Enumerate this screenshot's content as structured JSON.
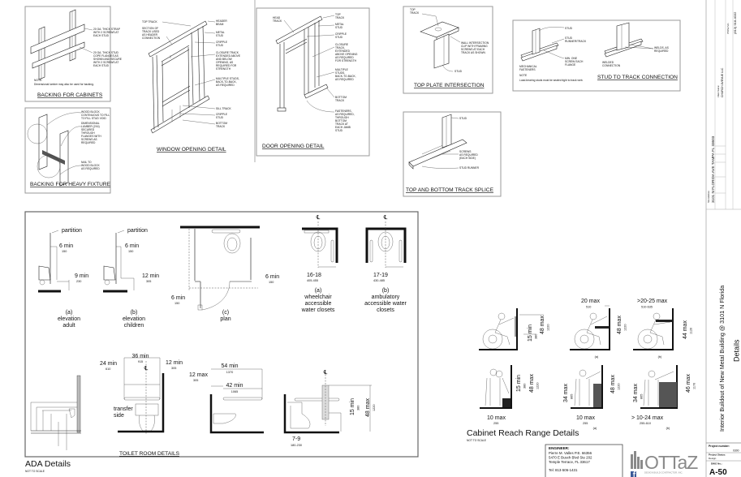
{
  "details": {
    "backing_cabinets": {
      "title": "BACKING FOR CABINETS",
      "callout_strap": [
        "20 GA. THICK STRAP",
        "WITH 2 SCREWS AT",
        "EACH STUD"
      ],
      "callout_stud": [
        "20 GA. THICK STUD",
        "COPE FLANGES AS",
        "SHOWN AND SECURE",
        "WITH 2 SCREWS AT",
        "EACH STUD"
      ],
      "note_label": "NOTE:",
      "note": "Dimensional lumber may also be used for backing."
    },
    "backing_heavy": {
      "title": "BACKING FOR HEAVY FIXTURE",
      "callout_block": [
        "WOOD BLOCK",
        "CONTINUOUS TO FILL",
        "TO FILL STUD VOID"
      ],
      "callout_lumber": [
        "DIMENSIONAL",
        "LUMBER (2X4)",
        "SECURED",
        "THROUGH",
        "FLANGES WITH",
        "SCREWS AS",
        "REQUIRED"
      ],
      "callout_nail": [
        "NAIL TO",
        "WOOD BLOCK",
        "AS REQUIRED"
      ]
    },
    "window_opening": {
      "title": "WINDOW OPENING DETAIL",
      "top_track": "TOP TRACK",
      "section": [
        "SECTION OF",
        "TRACK USED",
        "AS HEADER",
        "CONNECTION"
      ],
      "header_beam": [
        "HEADER",
        "BEAM"
      ],
      "metal_stud": [
        "METAL",
        "STUD"
      ],
      "cripple_stud": [
        "CRIPPLE",
        "STUD"
      ],
      "closure_track": [
        "CLOSURE TRACK",
        "EXTENDED ABOVE",
        "AND BELOW",
        "OPENING, AS",
        "REQUIRED FOR",
        "STRENGTH"
      ],
      "multiple_studs": [
        "MULTIPLE STUDS,",
        "BACK-TO-BACK,",
        "AS REQUIRED"
      ],
      "sill_track": "SILL TRACK",
      "cripple_stud_2": [
        "CRIPPLE",
        "STUD"
      ],
      "bottom_track": [
        "BOTTOM",
        "TRACK"
      ]
    },
    "door_opening": {
      "title": "DOOR OPENING DETAIL",
      "head_track": [
        "HEAD",
        "TRACK"
      ],
      "top_track": [
        "TOP",
        "TRACK"
      ],
      "metal_stud": [
        "METAL",
        "STUD"
      ],
      "cripple_stud": [
        "CRIPPLE",
        "STUD"
      ],
      "closure_track": [
        "CLOSURE",
        "TRACK,",
        "EXTENDED",
        "ABOVE OPENING",
        "AS REQUIRED",
        "FOR STRENGTH"
      ],
      "multiple_studs": [
        "MULTIPLE",
        "STUDS,",
        "BACK-TO-BACK,",
        "AS REQUIRED"
      ],
      "bottom_track": [
        "BOTTOM",
        "TRACK"
      ],
      "fasteners": [
        "FASTENERS,",
        "AS REQUIRED,",
        "THROUGH",
        "BOTTOM",
        "TRACK AT",
        "EACH JAMB",
        "STUD"
      ]
    },
    "top_plate": {
      "title": "TOP PLATE INTERSECTION",
      "top_track": [
        "TOP",
        "TRACK"
      ],
      "clip": [
        "WALL INTERSECTION",
        "CLIP WITH FRAMING",
        "SCREWS AT EACH",
        "TRACK AS SHOWN"
      ],
      "stud": "STUD"
    },
    "stud_to_track": {
      "title": "STUD TO TRACK CONNECTION",
      "stud": "STUD",
      "runner": [
        "STUD",
        "RUNNER/TRACK"
      ],
      "screw": [
        "MIN. ONE",
        "SCREW EACH",
        "FLANGE"
      ],
      "mechanical": [
        "MECHANICAL",
        "FASTENERS"
      ],
      "note_label": "NOTE",
      "note": "Load-bearing studs must be seated tight to track web.",
      "welds": [
        "WELDS, AS",
        "REQUIRED"
      ],
      "welded": [
        "WELDED",
        "CONNECTION"
      ]
    },
    "track_splice": {
      "title": "TOP AND BOTTOM TRACK SPLICE",
      "stud": "STUD",
      "screws": [
        "SCREWS",
        "AS REQUIRED",
        "(EACH SIDE)"
      ],
      "runner": "STUD RUNNER"
    }
  },
  "ada": {
    "title": "ADA Details",
    "scale": "NOT TO SCALE",
    "elev_adult": {
      "partition": "partition",
      "dim1": "6 min",
      "dim1_mm": "150",
      "dim2": "9 min",
      "dim2_mm": "230",
      "caption": [
        "(a)",
        "elevation",
        "adult"
      ]
    },
    "elev_children": {
      "partition": "partition",
      "dim1": "6 min",
      "dim1_mm": "150",
      "dim2": "12 min",
      "dim2_mm": "305",
      "caption": [
        "(b)",
        "elevation",
        "children"
      ]
    },
    "plan": {
      "dim_right": "6 min",
      "dim_right_mm": "150",
      "dim_left": "6 min",
      "dim_left_mm": "150",
      "caption": [
        "(c)",
        "plan"
      ]
    },
    "wheelchair_wc": {
      "cl": "℄",
      "dim": "16-18",
      "dim_mm": "405-455",
      "caption": [
        "(a)",
        "wheelchair",
        "accessible",
        "water closets"
      ]
    },
    "ambulatory_wc": {
      "cl": "℄",
      "dim": "17-19",
      "dim_mm": "430-485",
      "caption": [
        "(b)",
        "ambulatory",
        "accessible water",
        "closets"
      ]
    },
    "toilet_room": {
      "title": "TOILET ROOM DETAILS",
      "d36": "36 min",
      "d36_mm": "915",
      "d24": "24 min",
      "d24_mm": "610",
      "d12": "12 min",
      "d12_mm": "305",
      "transfer": [
        "transfer",
        "side"
      ],
      "d54": "54 min",
      "d54_mm": "1370",
      "d12max": "12 max",
      "d12max_mm": "305",
      "d42": "42 min",
      "d42_mm": "1065",
      "d15": "15 min",
      "d15_mm": "380",
      "d48": "48 max",
      "d48_mm": "1220",
      "d79": "7-9",
      "d79_mm": "180-230",
      "cl": "℄"
    }
  },
  "cabinet_reach": {
    "title": "Cabinet Reach Range Details",
    "scale": "NOT TO SCALE",
    "side_unobstructed": {
      "d15": "15 min",
      "d15_mm": "380",
      "d48": "48 max",
      "d48_mm": "1220"
    },
    "side_a": {
      "d20": "20 max",
      "d20_mm": "510",
      "d48": "48 max",
      "d48_mm": "1220",
      "caption": "(a)"
    },
    "side_b": {
      "d25": ">20-25 max",
      "d25_mm": "510-635",
      "d44": "44 max",
      "d44_mm": "1120",
      "caption": "(b)"
    },
    "forward_unobstructed": {
      "d15": "15 min",
      "d15_mm": "380",
      "d48": "48 max",
      "d48_mm": "1220",
      "d10": "10 max",
      "d10_mm": "255"
    },
    "forward_a": {
      "d34": "34 max",
      "d34_mm": "865",
      "d48": "48 max",
      "d48_mm": "1220",
      "d10": "10 max",
      "d10_mm": "255",
      "caption": "(a)"
    },
    "forward_b": {
      "d34": "34 max",
      "d34_mm": "865",
      "d46": "46 max",
      "d46_mm": "1170",
      "d1024": "> 10-24 max",
      "d1024_mm": "255-610",
      "caption": "(b)"
    }
  },
  "engineer": {
    "heading": "ENGINEER:",
    "lines": [
      "Pierre M. Valles P.E. 66356",
      "5470 E Busch Blvd Ste 202",
      "Temple Terrace, FL 33617"
    ],
    "tel": "Tel: 813-506-1431"
  },
  "logo": {
    "name": "OTTaZ",
    "tagline": "DESIGN BUILD CONTRACTOR, INC."
  },
  "title_block": {
    "site_label": "Site Address:",
    "site_address": "3101 N FLORIDA AVE TAMPA FL 33603",
    "client_label": "Client Name:",
    "client_name": "CHURCH AVENUE LLC",
    "phone_label": "PHONE NO.:",
    "phone": "(813) 918-4032",
    "project_title": "Interior Buildout of New Metal Building @ 3101 N Florida",
    "sheet_title": "Details",
    "project_number_label": "Project number:",
    "project_number": "0300",
    "project_status_label": "Project Status:",
    "project_status": "Design",
    "dwg_label": "DWG No.:",
    "dwg_no": "A-50"
  },
  "colors": {
    "line": "#222222",
    "frame": "#9a9a9a",
    "logo": "#8a8a8a",
    "facebook": "#3b5998"
  }
}
